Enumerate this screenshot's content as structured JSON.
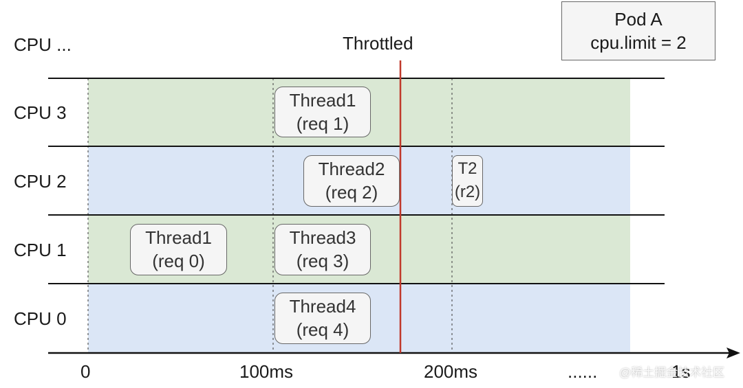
{
  "pod": {
    "name": "Pod A",
    "limit": "cpu.limit = 2"
  },
  "throttled_label": "Throttled",
  "rows": [
    {
      "label": "CPU ...",
      "color": "#ffffff"
    },
    {
      "label": "CPU 3",
      "color": "#dae8d4"
    },
    {
      "label": "CPU 2",
      "color": "#dbe6f6"
    },
    {
      "label": "CPU 1",
      "color": "#dae8d4"
    },
    {
      "label": "CPU 0",
      "color": "#dbe6f6"
    }
  ],
  "threads": [
    {
      "line1": "Thread1",
      "line2": "(req 1)"
    },
    {
      "line1": "Thread2",
      "line2": "(req 2)"
    },
    {
      "line1": "T2",
      "line2": "(r2)"
    },
    {
      "line1": "Thread1",
      "line2": "(req 0)"
    },
    {
      "line1": "Thread3",
      "line2": "(req 3)"
    },
    {
      "line1": "Thread4",
      "line2": "(req 4)"
    }
  ],
  "axis": {
    "ticks": [
      "0",
      "100ms",
      "200ms",
      "......",
      "1s"
    ]
  },
  "colors": {
    "throttle_line": "#c0392b",
    "green_band": "#dae8d4",
    "blue_band": "#dbe6f6"
  },
  "watermark": "@稀土掘金技术社区"
}
